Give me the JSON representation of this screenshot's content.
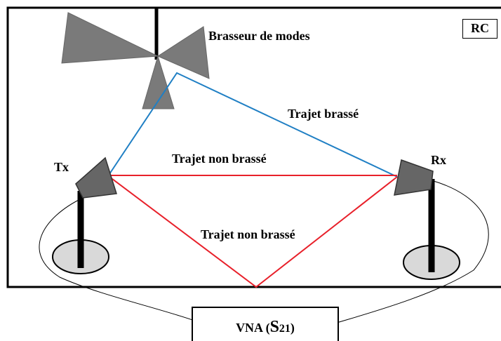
{
  "labels": {
    "rc": "RC",
    "stirrer": "Brasseur de modes",
    "stirred_path": "Trajet brassé",
    "direct_path": "Trajet non brassé",
    "reflected_path": "Trajet non brassé",
    "tx": "Tx",
    "rx": "Rx"
  },
  "vna": {
    "prefix": "VNA (",
    "s": "S",
    "sub": "21",
    "suffix": ")"
  },
  "colors": {
    "stirred_path": "#1f7fc4",
    "unstirred_path": "#e8202a",
    "stirrer": "#7a7a7a",
    "antenna": "#666666",
    "base": "#d9d9d9"
  }
}
